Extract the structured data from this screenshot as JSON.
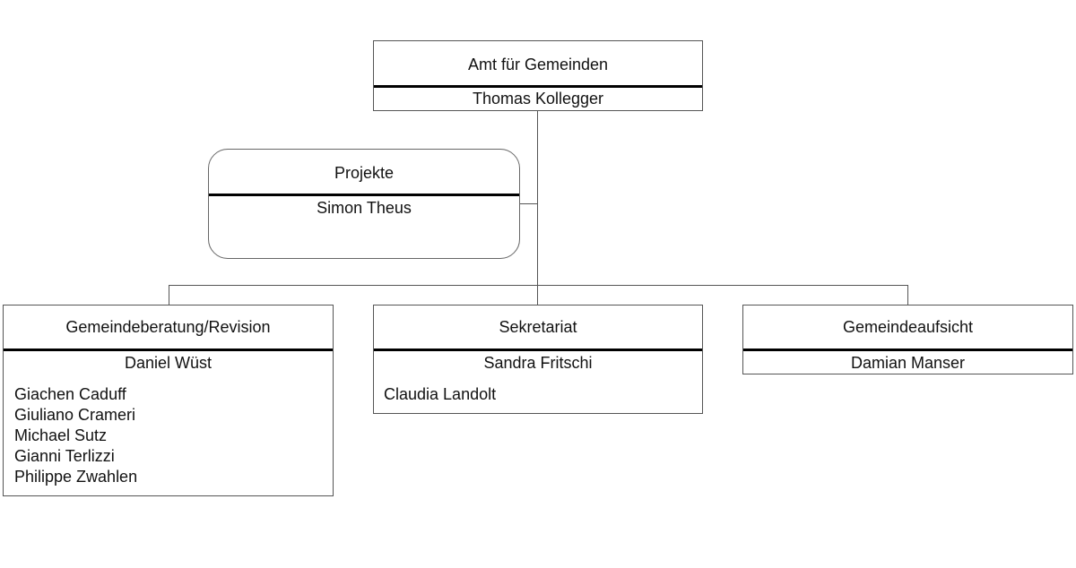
{
  "top": {
    "unit": "Amt für Gemeinden",
    "head": "Thomas Kollegger"
  },
  "staff_unit": {
    "unit": "Projekte",
    "head": "Simon Theus"
  },
  "departments": [
    {
      "unit": "Gemeindeberatung/Revision",
      "head": "Daniel Wüst",
      "members": [
        "Giachen Caduff",
        "Giuliano Crameri",
        "Michael Sutz",
        "Gianni Terlizzi",
        "Philippe Zwahlen"
      ]
    },
    {
      "unit": "Sekretariat",
      "head": "Sandra Fritschi",
      "members": [
        "Claudia Landolt"
      ]
    },
    {
      "unit": "Gemeindeaufsicht",
      "head": "Damian Manser",
      "members": []
    }
  ]
}
